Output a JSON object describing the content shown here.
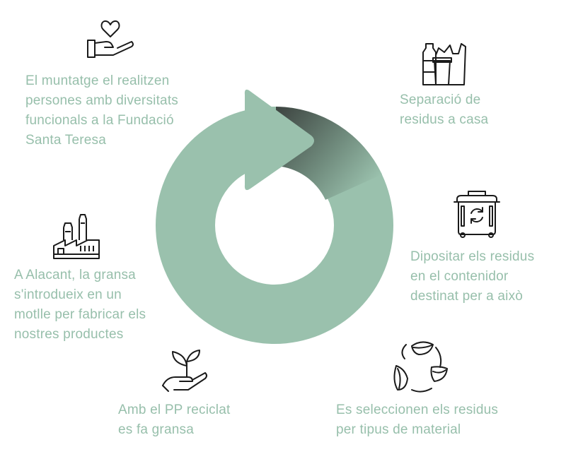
{
  "colors": {
    "ring": "#9ac1ad",
    "ring_shadow": "#3f4743",
    "text": "#97bfab",
    "icon_stroke": "#1a1a1a"
  },
  "steps": [
    {
      "icon": "heart-in-hand-icon",
      "text": "El muntatge el realitzen\npersones amb diversitats\nfuncionals a la Fundació\nSanta Teresa"
    },
    {
      "icon": "household-waste-bottles-icon",
      "text": "Separació de\nresidus a casa"
    },
    {
      "icon": "recycling-bin-icon",
      "text": "Dipositar els residus\nen el contenidor\ndestinat per a això"
    },
    {
      "icon": "recycle-leaves-icon",
      "text": "Es seleccionen els residus\nper tipus de material"
    },
    {
      "icon": "sprout-in-hand-icon",
      "text": "Amb el PP reciclat\nes fa gransa"
    },
    {
      "icon": "factory-icon",
      "text": "A Alacant, la gransa\ns'introdueix en un\nmotlle per fabricar els\nnostres productes"
    }
  ]
}
